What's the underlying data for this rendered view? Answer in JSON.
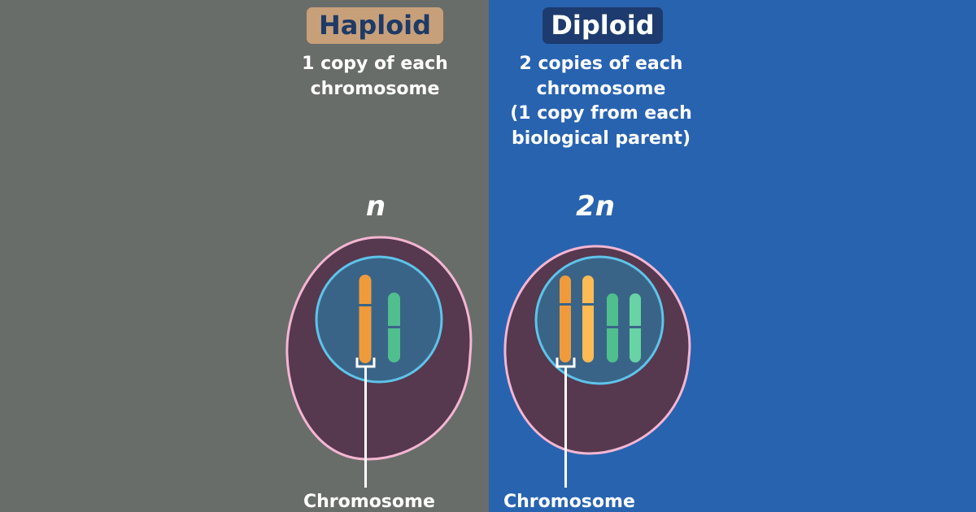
{
  "colors": {
    "haploid_bg": "#696d6a",
    "diploid_bg": "#2863b0",
    "haploid_badge": "#c7a07a",
    "diploid_badge": "#1d3b6e",
    "haploid_badge_text": "#1e3a66",
    "diploid_badge_text": "#ffffff",
    "cell_body": "#56384f",
    "cell_membrane": "#f4b6d2",
    "nucleus_fill": "#3a6487",
    "nucleus_border": "#5ec4ea",
    "chromosome_orange": "#f09b3b",
    "chromosome_light_orange": "#fdbb55",
    "chromosome_green": "#4fbf8e",
    "chromosome_light_green": "#66d4a3",
    "label_line": "#ffffff"
  },
  "haploid": {
    "title": "Haploid",
    "description": "1 copy of each\nchromosome",
    "ploidy": "n",
    "chromosome_label": "Chromosome"
  },
  "diploid": {
    "title": "Diploid",
    "description": "2 copies of each\nchromosome\n(1 copy from each\nbiological parent)",
    "ploidy": "2n",
    "chromosome_label": "Chromosome"
  }
}
